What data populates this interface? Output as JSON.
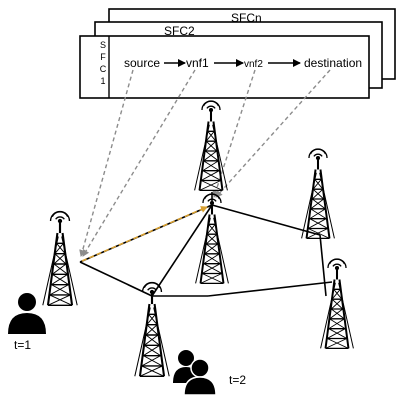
{
  "sfc_stack": {
    "back_title": "SFCn",
    "middle_title": "SFC2",
    "front_side_label": [
      "S",
      "F",
      "C",
      "1"
    ]
  },
  "chain": {
    "source": "source",
    "vnf1": "vnf1",
    "vnf2": "vnf2",
    "destination": "destination"
  },
  "time_labels": {
    "t1": "t=1",
    "t2": "t=2"
  },
  "colors": {
    "mapping_arrow": "#8c8c8c",
    "handover_arrow": "#d9a030",
    "tower": "#000000",
    "link": "#000000"
  }
}
